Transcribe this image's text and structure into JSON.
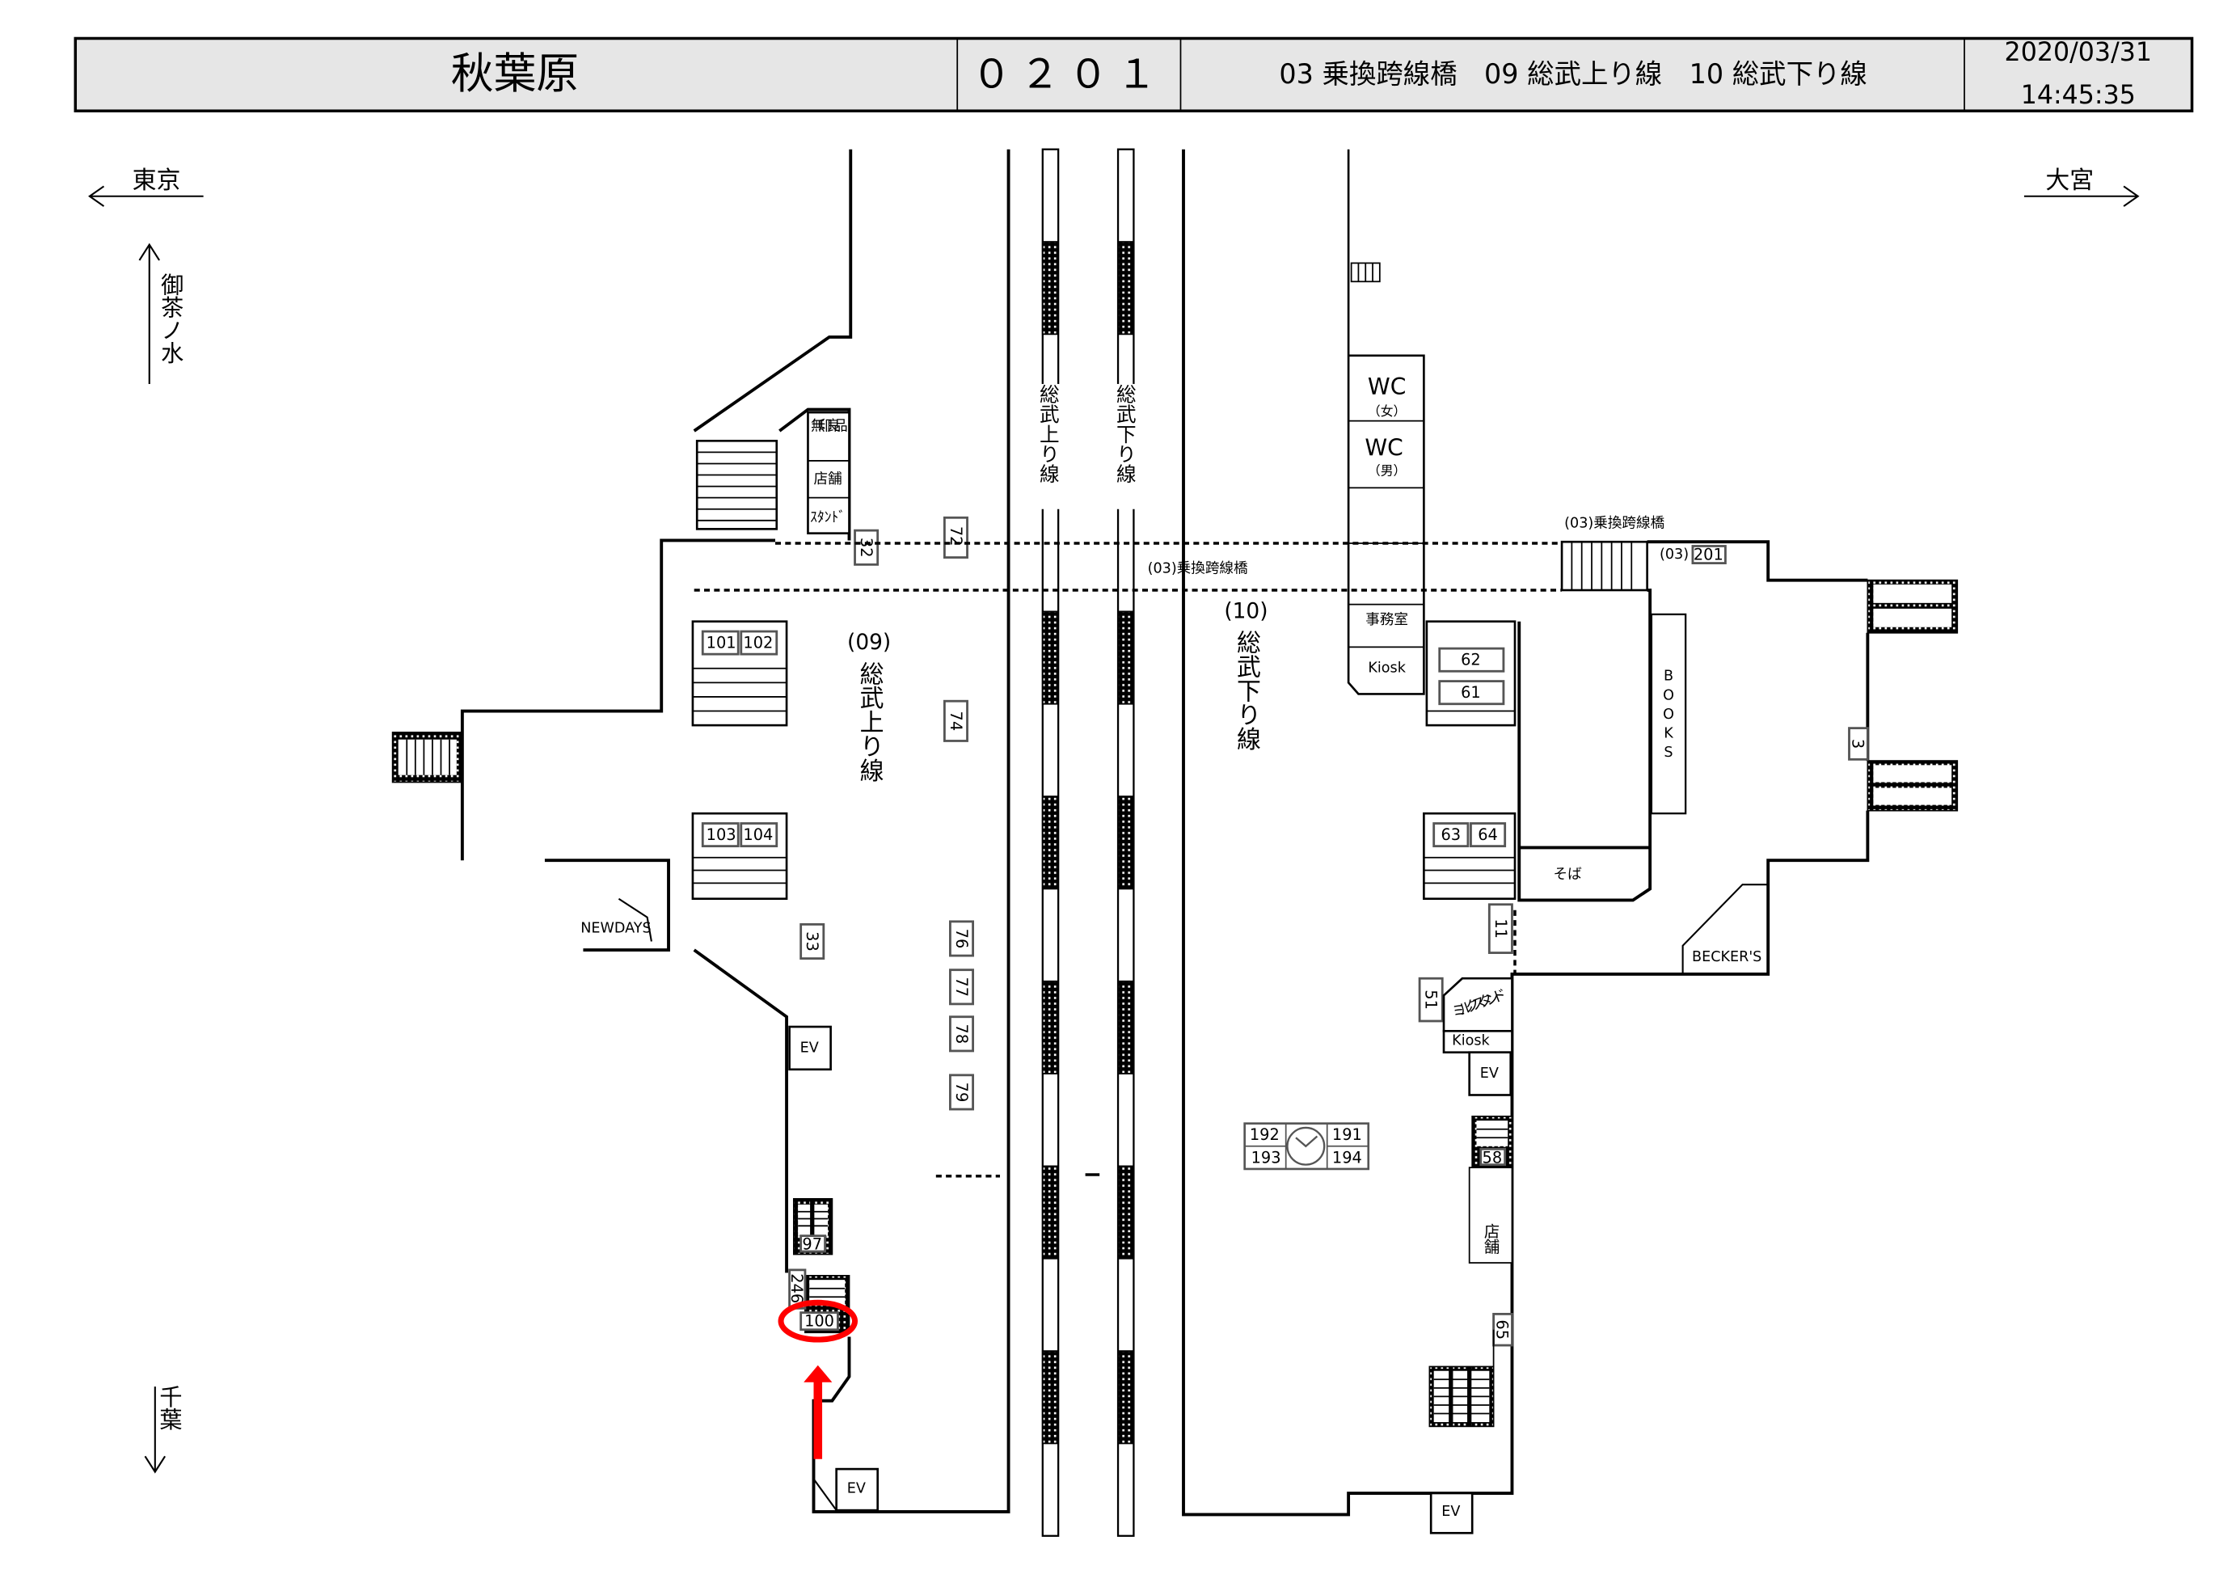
{
  "header": {
    "station_name": "秋葉原",
    "station_code": "０２０１",
    "lines": "03 乗換跨線橋　09 総武上り線　10 総武下り線",
    "date": "2020/03/31",
    "time": "14:45:35"
  },
  "directions": {
    "left": "東京",
    "right": "大宮",
    "up": "御茶ノ水",
    "down": "千葉"
  },
  "tracks": {
    "up_track": "総武上り線",
    "down_track": "総武下り線"
  },
  "platforms": {
    "up_number": "(09)",
    "up_name": "総武上り線",
    "down_number": "(10)",
    "down_name": "総武下り線"
  },
  "bridge": {
    "label_center": "(03)乗換跨線橋",
    "label_right": "(03)乗換跨線橋",
    "code": "(03)",
    "exit_201": "201"
  },
  "facilities": {
    "muji": "無印良品",
    "shop_left": "店舗",
    "stand": "ｽﾀﾝﾄﾞ",
    "newdays": "NEWDAYS",
    "wc_female": "WC",
    "wc_female_sub": "（女）",
    "wc_male": "WC",
    "wc_male_sub": "（男）",
    "office": "事務室",
    "kiosk_top": "Kiosk",
    "books": "BOOKS",
    "soba": "そば",
    "beckers": "BECKER'S",
    "milk_stand": "ミルクスタンド",
    "kiosk_bottom": "Kiosk",
    "shop_right": "店舗",
    "ev": "EV"
  },
  "markers": {
    "m32": "32",
    "m72": "72",
    "m74": "74",
    "m33": "33",
    "m76": "76",
    "m77": "77",
    "m78": "78",
    "m79": "79",
    "m101": "101",
    "m102": "102",
    "m103": "103",
    "m104": "104",
    "m97": "97",
    "m246": "246",
    "m100": "100",
    "m62": "62",
    "m61": "61",
    "m63": "63",
    "m64": "64",
    "m11": "11",
    "m51": "51",
    "m3": "3",
    "m58": "58",
    "m65": "65",
    "m191": "191",
    "m192": "192",
    "m193": "193",
    "m194": "194"
  },
  "highlight": {
    "target": "100",
    "color": "#ff0000"
  }
}
